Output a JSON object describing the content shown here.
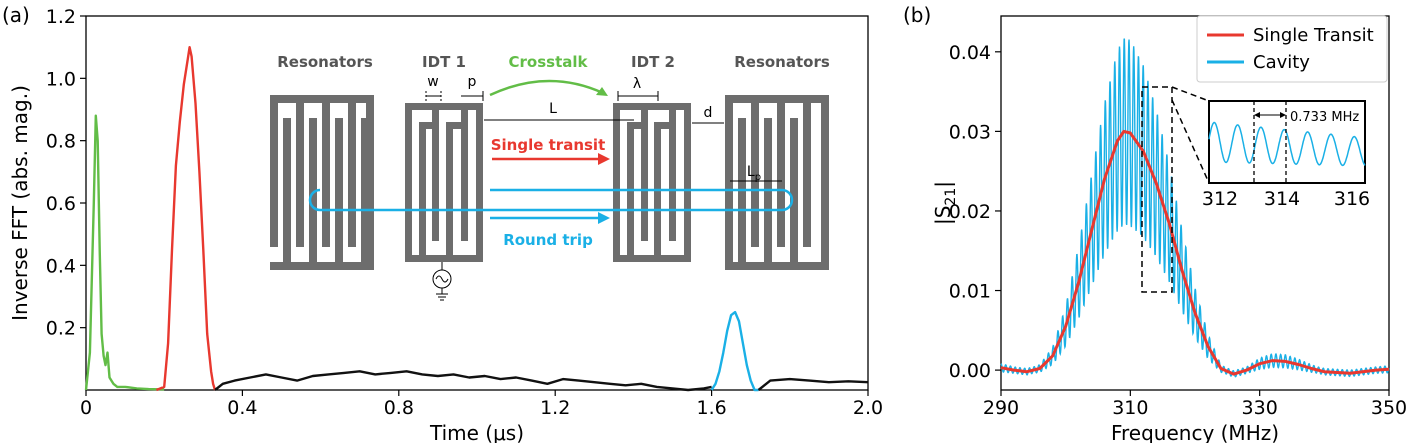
{
  "panel_a": {
    "label": "(a)",
    "diagram": {
      "resonators_left": "Resonators",
      "idt1": "IDT 1",
      "crosstalk": "Crosstalk",
      "idt2": "IDT 2",
      "resonators_right": "Resonators",
      "w": "w",
      "p": "p",
      "lambda": "λ",
      "L": "L",
      "d": "d",
      "single_transit": "Single transit",
      "Lp_main": "L",
      "Lp_sub": "p",
      "round_trip": "Round trip"
    }
  },
  "panel_b": {
    "label": "(b)",
    "inset": {
      "annotation": "0.733 MHz",
      "ticks": [
        "312",
        "314",
        "316"
      ]
    }
  },
  "colors": {
    "red": "#e8382f",
    "cyan": "#1ab0e6",
    "green": "#62bd47",
    "black": "#111111",
    "device": "#6d6d6d"
  },
  "chart_data": [
    {
      "type": "line",
      "xlabel": "Time (μs)",
      "ylabel": "Inverse FFT (abs. mag.)",
      "xlim": [
        0,
        2.0
      ],
      "ylim": [
        0,
        1.2
      ],
      "xticks": [
        "0",
        "0.4",
        "0.8",
        "1.2",
        "1.6",
        "2.0"
      ],
      "yticks": [
        "0.2",
        "0.4",
        "0.6",
        "0.8",
        "1.0",
        "1.2"
      ],
      "series": [
        {
          "color": "green",
          "x": [
            0.0,
            0.01,
            0.02,
            0.025,
            0.03,
            0.035,
            0.04,
            0.045,
            0.05,
            0.055,
            0.06,
            0.07,
            0.08,
            0.1,
            0.13,
            0.16,
            0.2
          ],
          "y": [
            0.0,
            0.12,
            0.6,
            0.88,
            0.8,
            0.45,
            0.18,
            0.11,
            0.08,
            0.12,
            0.04,
            0.02,
            0.01,
            0.01,
            0.005,
            0.003,
            0.002
          ]
        },
        {
          "color": "red",
          "x": [
            0.18,
            0.2,
            0.21,
            0.22,
            0.23,
            0.24,
            0.25,
            0.26,
            0.265,
            0.27,
            0.28,
            0.29,
            0.3,
            0.31,
            0.32,
            0.325,
            0.33
          ],
          "y": [
            0.0,
            0.01,
            0.15,
            0.45,
            0.72,
            0.86,
            0.98,
            1.06,
            1.1,
            1.07,
            0.92,
            0.7,
            0.45,
            0.18,
            0.06,
            0.02,
            0.0
          ]
        },
        {
          "color": "black",
          "x": [
            0.33,
            0.35,
            0.38,
            0.42,
            0.46,
            0.5,
            0.54,
            0.58,
            0.62,
            0.66,
            0.7,
            0.74,
            0.78,
            0.82,
            0.86,
            0.9,
            0.94,
            0.98,
            1.02,
            1.06,
            1.1,
            1.14,
            1.18,
            1.22,
            1.26,
            1.3,
            1.34,
            1.38,
            1.42,
            1.46,
            1.5,
            1.54,
            1.58,
            1.6
          ],
          "y": [
            0.0,
            0.02,
            0.03,
            0.04,
            0.05,
            0.04,
            0.03,
            0.045,
            0.05,
            0.055,
            0.06,
            0.05,
            0.055,
            0.06,
            0.05,
            0.045,
            0.05,
            0.04,
            0.045,
            0.035,
            0.04,
            0.03,
            0.02,
            0.035,
            0.03,
            0.025,
            0.02,
            0.015,
            0.02,
            0.01,
            0.005,
            0.0,
            0.005,
            0.01
          ]
        },
        {
          "color": "cyan",
          "x": [
            1.6,
            1.61,
            1.62,
            1.63,
            1.64,
            1.65,
            1.66,
            1.67,
            1.68,
            1.69,
            1.7,
            1.71,
            1.72
          ],
          "y": [
            0.0,
            0.02,
            0.06,
            0.12,
            0.19,
            0.24,
            0.25,
            0.22,
            0.15,
            0.08,
            0.03,
            0.0,
            0.0
          ]
        },
        {
          "color": "black",
          "x": [
            1.72,
            1.75,
            1.8,
            1.85,
            1.9,
            1.95,
            2.0
          ],
          "y": [
            0.0,
            0.03,
            0.035,
            0.03,
            0.025,
            0.028,
            0.025
          ]
        }
      ]
    },
    {
      "type": "line",
      "xlabel": "Frequency (MHz)",
      "ylabel": "|S",
      "ylabel_sub": "21",
      "xlim": [
        290,
        350
      ],
      "ylim": [
        -0.0025,
        0.0445
      ],
      "xticks": [
        "290",
        "310",
        "330",
        "350"
      ],
      "yticks": [
        "0.00",
        "0.01",
        "0.02",
        "0.03",
        "0.04"
      ],
      "series": [
        {
          "name": "Single Transit",
          "color": "red",
          "x": [
            290,
            292,
            294,
            296,
            298,
            300,
            302,
            304,
            306,
            308,
            309,
            310,
            312,
            314,
            316,
            318,
            320,
            322,
            324,
            326,
            328,
            330,
            332,
            334,
            336,
            338,
            340,
            344,
            348,
            350
          ],
          "y": [
            0.0003,
            0.0,
            -0.0002,
            0.0002,
            0.0018,
            0.0055,
            0.011,
            0.0175,
            0.024,
            0.0288,
            0.03,
            0.0298,
            0.0275,
            0.0235,
            0.0185,
            0.0125,
            0.0072,
            0.003,
            0.0002,
            -0.0005,
            0.0,
            0.0008,
            0.0012,
            0.0011,
            0.0007,
            0.0002,
            -0.0002,
            -0.0004,
            0.0,
            0.0001
          ]
        },
        {
          "name": "Cavity",
          "color": "cyan",
          "x": "drawn",
          "y": "drawn"
        }
      ],
      "legend": "top-right"
    }
  ]
}
